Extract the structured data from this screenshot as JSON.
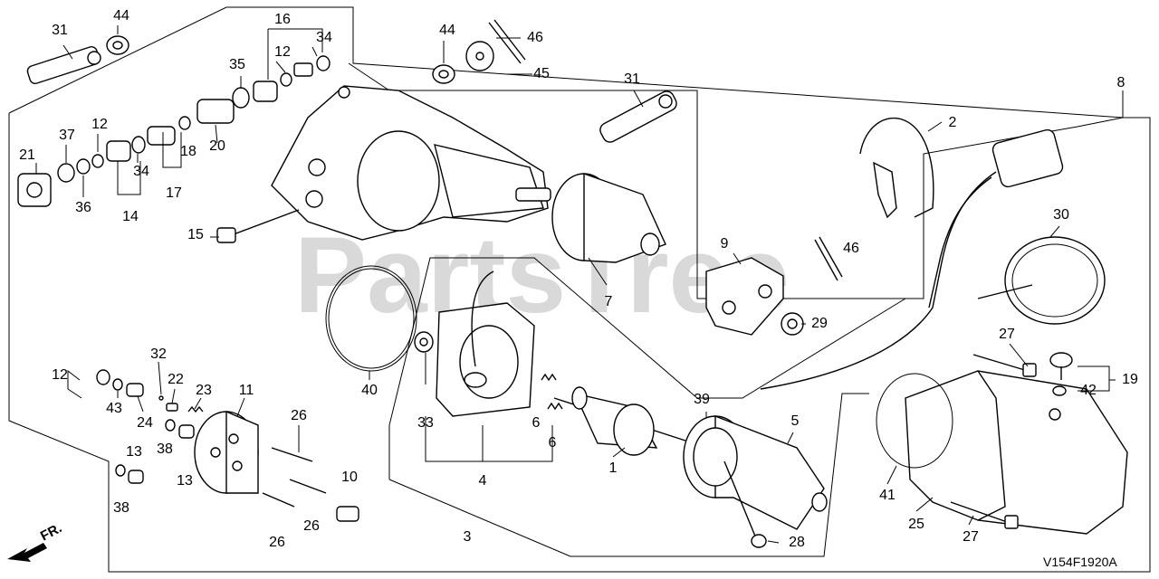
{
  "watermark": "PartsTree",
  "diagram_code": "V154F1920A",
  "direction_label": "FR.",
  "callouts": [
    {
      "id": "c31a",
      "text": "31"
    },
    {
      "id": "c44a",
      "text": "44"
    },
    {
      "id": "c16",
      "text": "16"
    },
    {
      "id": "c12a",
      "text": "12"
    },
    {
      "id": "c34a",
      "text": "34"
    },
    {
      "id": "c35",
      "text": "35"
    },
    {
      "id": "c44b",
      "text": "44"
    },
    {
      "id": "c46a",
      "text": "46"
    },
    {
      "id": "c45",
      "text": "45"
    },
    {
      "id": "c31b",
      "text": "31"
    },
    {
      "id": "c8",
      "text": "8"
    },
    {
      "id": "c2",
      "text": "2"
    },
    {
      "id": "c37",
      "text": "37"
    },
    {
      "id": "c12b",
      "text": "12"
    },
    {
      "id": "c21",
      "text": "21"
    },
    {
      "id": "c36",
      "text": "36"
    },
    {
      "id": "c34b",
      "text": "34"
    },
    {
      "id": "c18",
      "text": "18"
    },
    {
      "id": "c20",
      "text": "20"
    },
    {
      "id": "c14",
      "text": "14"
    },
    {
      "id": "c17",
      "text": "17"
    },
    {
      "id": "c15",
      "text": "15"
    },
    {
      "id": "c7",
      "text": "7"
    },
    {
      "id": "c9",
      "text": "9"
    },
    {
      "id": "c46b",
      "text": "46"
    },
    {
      "id": "c30",
      "text": "30"
    },
    {
      "id": "c29",
      "text": "29"
    },
    {
      "id": "c27a",
      "text": "27"
    },
    {
      "id": "c19",
      "text": "19"
    },
    {
      "id": "c42",
      "text": "42"
    },
    {
      "id": "c32",
      "text": "32"
    },
    {
      "id": "c12c",
      "text": "12"
    },
    {
      "id": "c43",
      "text": "43"
    },
    {
      "id": "c24",
      "text": "24"
    },
    {
      "id": "c22",
      "text": "22"
    },
    {
      "id": "c23",
      "text": "23"
    },
    {
      "id": "c11",
      "text": "11"
    },
    {
      "id": "c40",
      "text": "40"
    },
    {
      "id": "c33",
      "text": "33"
    },
    {
      "id": "c6a",
      "text": "6"
    },
    {
      "id": "c6b",
      "text": "6"
    },
    {
      "id": "c4",
      "text": "4"
    },
    {
      "id": "c1",
      "text": "1"
    },
    {
      "id": "c39",
      "text": "39"
    },
    {
      "id": "c5",
      "text": "5"
    },
    {
      "id": "c26a",
      "text": "26"
    },
    {
      "id": "c13a",
      "text": "13"
    },
    {
      "id": "c38a",
      "text": "38"
    },
    {
      "id": "c13b",
      "text": "13"
    },
    {
      "id": "c38b",
      "text": "38"
    },
    {
      "id": "c10",
      "text": "10"
    },
    {
      "id": "c26b",
      "text": "26"
    },
    {
      "id": "c26c",
      "text": "26"
    },
    {
      "id": "c3",
      "text": "3"
    },
    {
      "id": "c28",
      "text": "28"
    },
    {
      "id": "c41",
      "text": "41"
    },
    {
      "id": "c25",
      "text": "25"
    },
    {
      "id": "c27b",
      "text": "27"
    }
  ]
}
